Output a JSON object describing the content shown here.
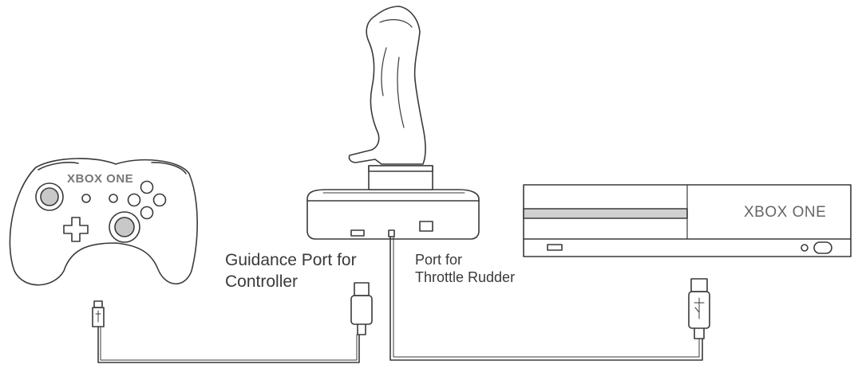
{
  "labels": {
    "guidance_port_line1": "Guidance Port for",
    "guidance_port_line2": "Controller",
    "throttle_port_line1": "Port for",
    "throttle_port_line2": "Throttle Rudder"
  },
  "controller": {
    "brand": "XBOX ONE"
  },
  "console": {
    "brand": "XBOX ONE"
  }
}
